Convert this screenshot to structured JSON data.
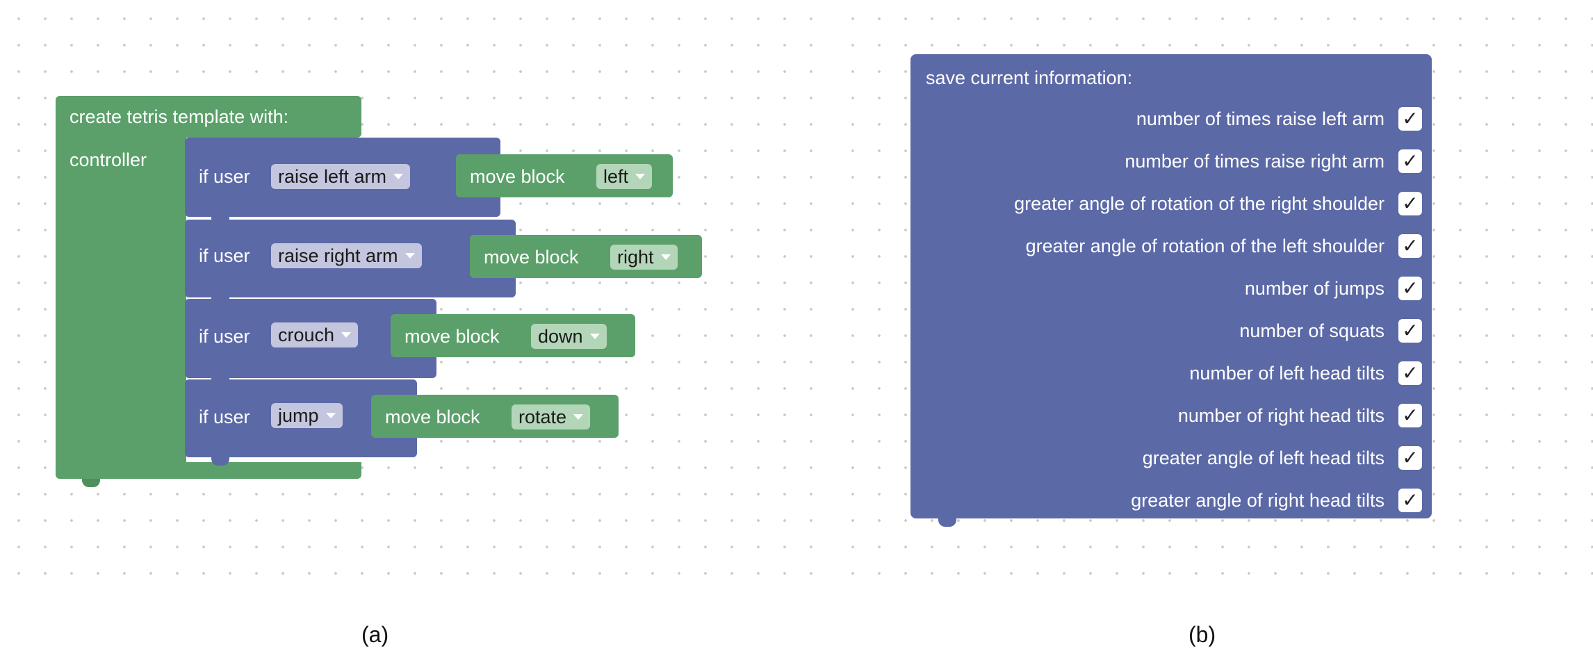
{
  "panel_a": {
    "header_label": "create tetris template with:",
    "controller_label": "controller",
    "rules": [
      {
        "prefix": "if user",
        "action": "raise left arm",
        "move_label": "move block",
        "direction": "left"
      },
      {
        "prefix": "if user",
        "action": "raise right arm",
        "move_label": "move block",
        "direction": "right"
      },
      {
        "prefix": "if user",
        "action": "crouch",
        "move_label": "move block",
        "direction": "down"
      },
      {
        "prefix": "if user",
        "action": "jump",
        "move_label": "move block",
        "direction": "rotate"
      }
    ],
    "caption": "(a)"
  },
  "panel_b": {
    "header_label": "save current information:",
    "items": [
      {
        "label": "number of times raise left arm",
        "checked": "✓"
      },
      {
        "label": "number of times raise right arm",
        "checked": "✓"
      },
      {
        "label": "greater angle of rotation of the right shoulder",
        "checked": "✓"
      },
      {
        "label": "greater angle of rotation of the left shoulder",
        "checked": "✓"
      },
      {
        "label": "number of jumps",
        "checked": "✓"
      },
      {
        "label": "number of squats",
        "checked": "✓"
      },
      {
        "label": "number of left head tilts",
        "checked": "✓"
      },
      {
        "label": "number of right head tilts",
        "checked": "✓"
      },
      {
        "label": "greater angle of left head tilts",
        "checked": "✓"
      },
      {
        "label": "greater angle of right head tilts",
        "checked": "✓"
      }
    ],
    "caption": "(b)"
  },
  "colors": {
    "green_block": "#5ba06a",
    "blue_block": "#5b69a6",
    "grid_dot": "#c9c9c9"
  }
}
